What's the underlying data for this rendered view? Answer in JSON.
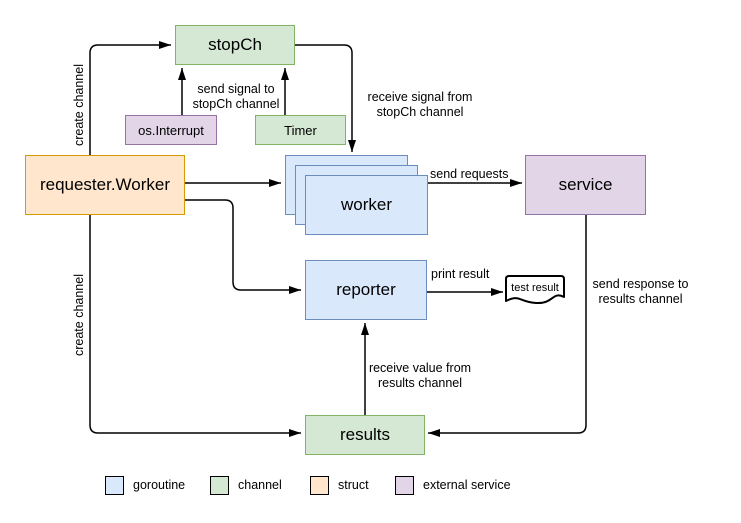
{
  "nodes": {
    "stopch": "stopCh",
    "os_interrupt": "os.Interrupt",
    "timer": "Timer",
    "requester_worker": "requester.Worker",
    "worker": "worker",
    "service": "service",
    "reporter": "reporter",
    "test_result": "test result",
    "results": "results"
  },
  "edge_labels": {
    "create_channel_top": "create channel",
    "create_channel_bottom": "create channel",
    "send_signal_to_stopch": "send signal to\nstopCh channel",
    "receive_signal_from_stopch": "receive signal from\nstopCh channel",
    "send_requests": "send requests",
    "print_result": "print result",
    "send_response_to_results": "send response to\nresults channel",
    "receive_value_from_results": "receive value from\nresults channel"
  },
  "legend": [
    {
      "label": "goroutine",
      "fill": "#dae8fc",
      "stroke": "#6c8ebf"
    },
    {
      "label": "channel",
      "fill": "#d5e8d4",
      "stroke": "#82b366"
    },
    {
      "label": "struct",
      "fill": "#ffe6cc",
      "stroke": "#d79b00"
    },
    {
      "label": "external service",
      "fill": "#e1d5e7",
      "stroke": "#9673a6"
    }
  ],
  "colors": {
    "goroutine_fill": "#dae8fc",
    "goroutine_stroke": "#6c8ebf",
    "channel_fill": "#d5e8d4",
    "channel_stroke": "#82b366",
    "struct_fill": "#ffe6cc",
    "struct_stroke": "#d79b00",
    "external_fill": "#e1d5e7",
    "external_stroke": "#9673a6",
    "arrow": "#000000",
    "background": "#ffffff"
  }
}
